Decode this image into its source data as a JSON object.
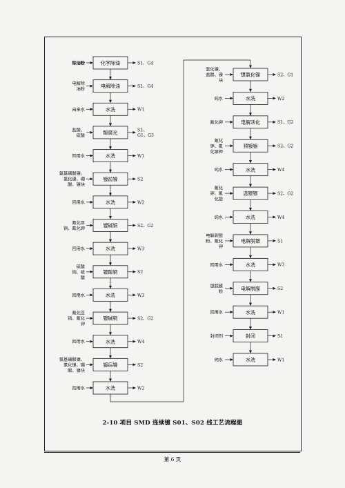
{
  "caption": "2-10 项目 SMD 连续镀 S01、S02 线工艺流程图",
  "page_number": "第 6 页",
  "left_column": [
    {
      "process": "化学除油",
      "inputs": [
        "除油粉"
      ],
      "output": "S1、G4"
    },
    {
      "process": "电解除油",
      "inputs": [
        "电解除",
        "油粉"
      ],
      "output": "S1、G4"
    },
    {
      "process": "水洗",
      "inputs": [
        "自来水"
      ],
      "output": "W1"
    },
    {
      "process": "酸腐光",
      "inputs": [
        "盐酸、",
        "硫酸"
      ],
      "output": [
        "S1、",
        "G1、G3"
      ]
    },
    {
      "process": "水洗",
      "inputs": [
        "回用水"
      ],
      "output": "W1"
    },
    {
      "process": "镀前镍",
      "inputs": [
        "氨基磺酸镍、",
        "氯化镍、硼",
        "酸、镍块"
      ],
      "output": "S2"
    },
    {
      "process": "水洗",
      "inputs": [
        "回用水"
      ],
      "output": "W2"
    },
    {
      "process": "镀碱铜",
      "inputs": [
        "氰化亚",
        "铜、氰化钾"
      ],
      "output": "S2、G2"
    },
    {
      "process": "水洗",
      "inputs": [
        "回用水"
      ],
      "output": "W3"
    },
    {
      "process": "镀酸铜",
      "inputs": [
        "硫酸",
        "铜、硫",
        "酸"
      ],
      "output": "S2"
    },
    {
      "process": "水洗",
      "inputs": [
        "回用水"
      ],
      "output": "W3"
    },
    {
      "process": "镀碱铜",
      "inputs": [
        "氰化亚",
        "铜、氰化",
        "钾"
      ],
      "output": "S2、G2"
    },
    {
      "process": "水洗",
      "inputs": [
        "回用水"
      ],
      "output": "W4"
    },
    {
      "process": "镀后镍",
      "inputs": [
        "氨基磺酸镍、",
        "氯化镍、硼",
        "酸、镍块"
      ],
      "output": "S2"
    },
    {
      "process": "水洗",
      "inputs": [
        "回用水"
      ],
      "output": "W2"
    }
  ],
  "right_column": [
    {
      "process": "镀氯化镍",
      "inputs": [
        "氯化镍、",
        "盐酸、镍",
        "块"
      ],
      "output": "S2、G1"
    },
    {
      "process": "水洗",
      "inputs": [
        "纯水"
      ],
      "output": "W2"
    },
    {
      "process": "电解活化",
      "inputs": [
        "氰化钾"
      ],
      "output": "S1、G2"
    },
    {
      "process": "预镀银",
      "inputs": [
        "氰化",
        "钾、氰",
        "化银钾"
      ],
      "output": "S2、G2"
    },
    {
      "process": "水洗",
      "inputs": [
        "纯水"
      ],
      "output": "W4"
    },
    {
      "process": "选镀银",
      "inputs": [
        "氰化",
        "钾、氰",
        "化银"
      ],
      "output": "S2、G2"
    },
    {
      "process": "水洗",
      "inputs": [
        "纯水"
      ],
      "output": "W4"
    },
    {
      "process": "电解脱银",
      "inputs": [
        "电解剥银",
        "粉、氰化",
        "钾"
      ],
      "output": "S1"
    },
    {
      "process": "水洗",
      "inputs": [
        "回用水"
      ],
      "output": "W3"
    },
    {
      "process": "电解脱膜",
      "inputs": [
        "银脱膜",
        "粉"
      ],
      "output": "S2"
    },
    {
      "process": "水洗",
      "inputs": [
        "回用水"
      ],
      "output": "W1"
    },
    {
      "process": "封闭",
      "inputs": [
        "封闭剂"
      ],
      "output": "S1"
    },
    {
      "process": "水洗",
      "inputs": [
        "纯水"
      ],
      "output": "W1"
    }
  ]
}
